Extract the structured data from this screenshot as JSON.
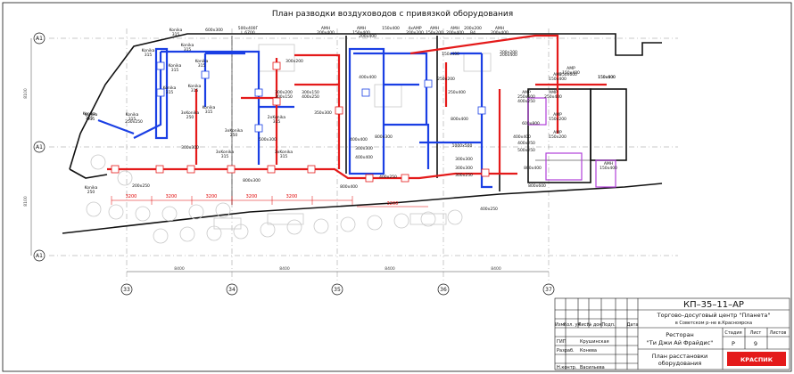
{
  "drawing_title": "План разводки воздуховодов с привязкой оборудования",
  "colors": {
    "supply": "#e41a1a",
    "exhaust": "#1a3fe4",
    "wall": "#111111",
    "equipment": "#b040d8",
    "furniture": "#cfcfcf"
  },
  "grid_rows": [
    "А1",
    "А1",
    "А1"
  ],
  "grid_cols": [
    "33",
    "34",
    "35",
    "36",
    "37"
  ],
  "col_spacing": "8400",
  "row_spacing": "8100",
  "duct_labels": {
    "l01": "Konika\n315",
    "l02": "600x300",
    "l03": "500x400Г\nL 6700",
    "l04": "AMH\n200x400",
    "l05": "AMH\n150x400",
    "l06": "150x400",
    "l07": "4xAMP\n200x200",
    "l08": "AMH\n150x200",
    "l09": "AMH\n200x400",
    "l10": "200x200\nB4",
    "l11": "AMH\n200x400",
    "l12": "Konika\n315",
    "l13": "Konika\n315",
    "l14": "Konika\n315",
    "l15": "Konika\n315",
    "l16": "300x200",
    "l17": "400x400",
    "l18": "200x400",
    "l19": "200x200",
    "l20": "250x200",
    "l21": "300x200\n300x150",
    "l22": "300x150\n400x250",
    "l23": "Konika\n315",
    "l24": "3xKonika\n250",
    "l25": "Konika\n315",
    "l26": "3xKonika\n250",
    "l27": "350x300",
    "l28": "400x400",
    "l29": "3xKonika\n315",
    "l30": "2xKonika\n315",
    "l31": "Konika\n315",
    "l32": "300x300",
    "l33": "500x300",
    "l34": "800x400",
    "l35": "400x400",
    "l36": "250x400",
    "l37": "300x300",
    "l38": "AMP\n250x600",
    "l39": "400x250",
    "l40": "AMP\n150x400",
    "l41": "AMP\n150x200",
    "l42": "AMP\n150x200",
    "l43": "AMH\n150x400",
    "l44": "400x400",
    "l45": "150x400",
    "l46": "1000x500",
    "l47": "500x250",
    "l48": "400x250",
    "l49": "600x800",
    "l50": "800x400",
    "l51": "800x400",
    "l52": "800x600",
    "l53": "150x600",
    "l54": "Konika\n250",
    "l55": "200x250",
    "l56": "Konika\n315",
    "l57": "250x250",
    "l58": "800x300",
    "l59": "400x250",
    "l60": "300x300",
    "l61": "300x250",
    "l62": "AMP\n150x400",
    "l63": "3xKonika\n315",
    "l64": "400x250",
    "l65": "AMP\n250x400",
    "l66": "150x600",
    "l67": "150x400",
    "l68": "Konika\n315",
    "l69": "800x300",
    "l70": "300x300",
    "l71": "200x400",
    "l72": "Konika\n315"
  },
  "red_dimensions": [
    "3200",
    "3200",
    "3200",
    "3200",
    "3200",
    "3200"
  ],
  "bottom_dimensions": [
    "8400",
    "8400",
    "8400",
    "8400",
    "8400"
  ],
  "title_block": {
    "code": "КП–35–11–АР",
    "object_line1": "Торгово–досуговый центр \"Планета\"",
    "object_line2": "в Советском р–не в.Красноярска",
    "building_line1": "Ресторан",
    "building_line2": "\"Ти Джи Ай Фрайдис\"",
    "sheet_title_line1": "План расстановки",
    "sheet_title_line2": "оборудования",
    "stage_header": "Стадия",
    "sheet_header": "Лист",
    "sheets_header": "Листов",
    "stage": "Р",
    "sheet_no": "9",
    "col_headers": [
      "Изм.",
      "Кол. уч",
      "Лист",
      "№ док.",
      "Подп.",
      "Дата"
    ],
    "gip_role": "ГИП",
    "gip_name": "Крушинская",
    "dev_role": "Разраб.",
    "dev_name": "Конева",
    "control_role": "Н.контр.",
    "control_name": "Васильева",
    "logo_text": "КРАСПИК"
  }
}
